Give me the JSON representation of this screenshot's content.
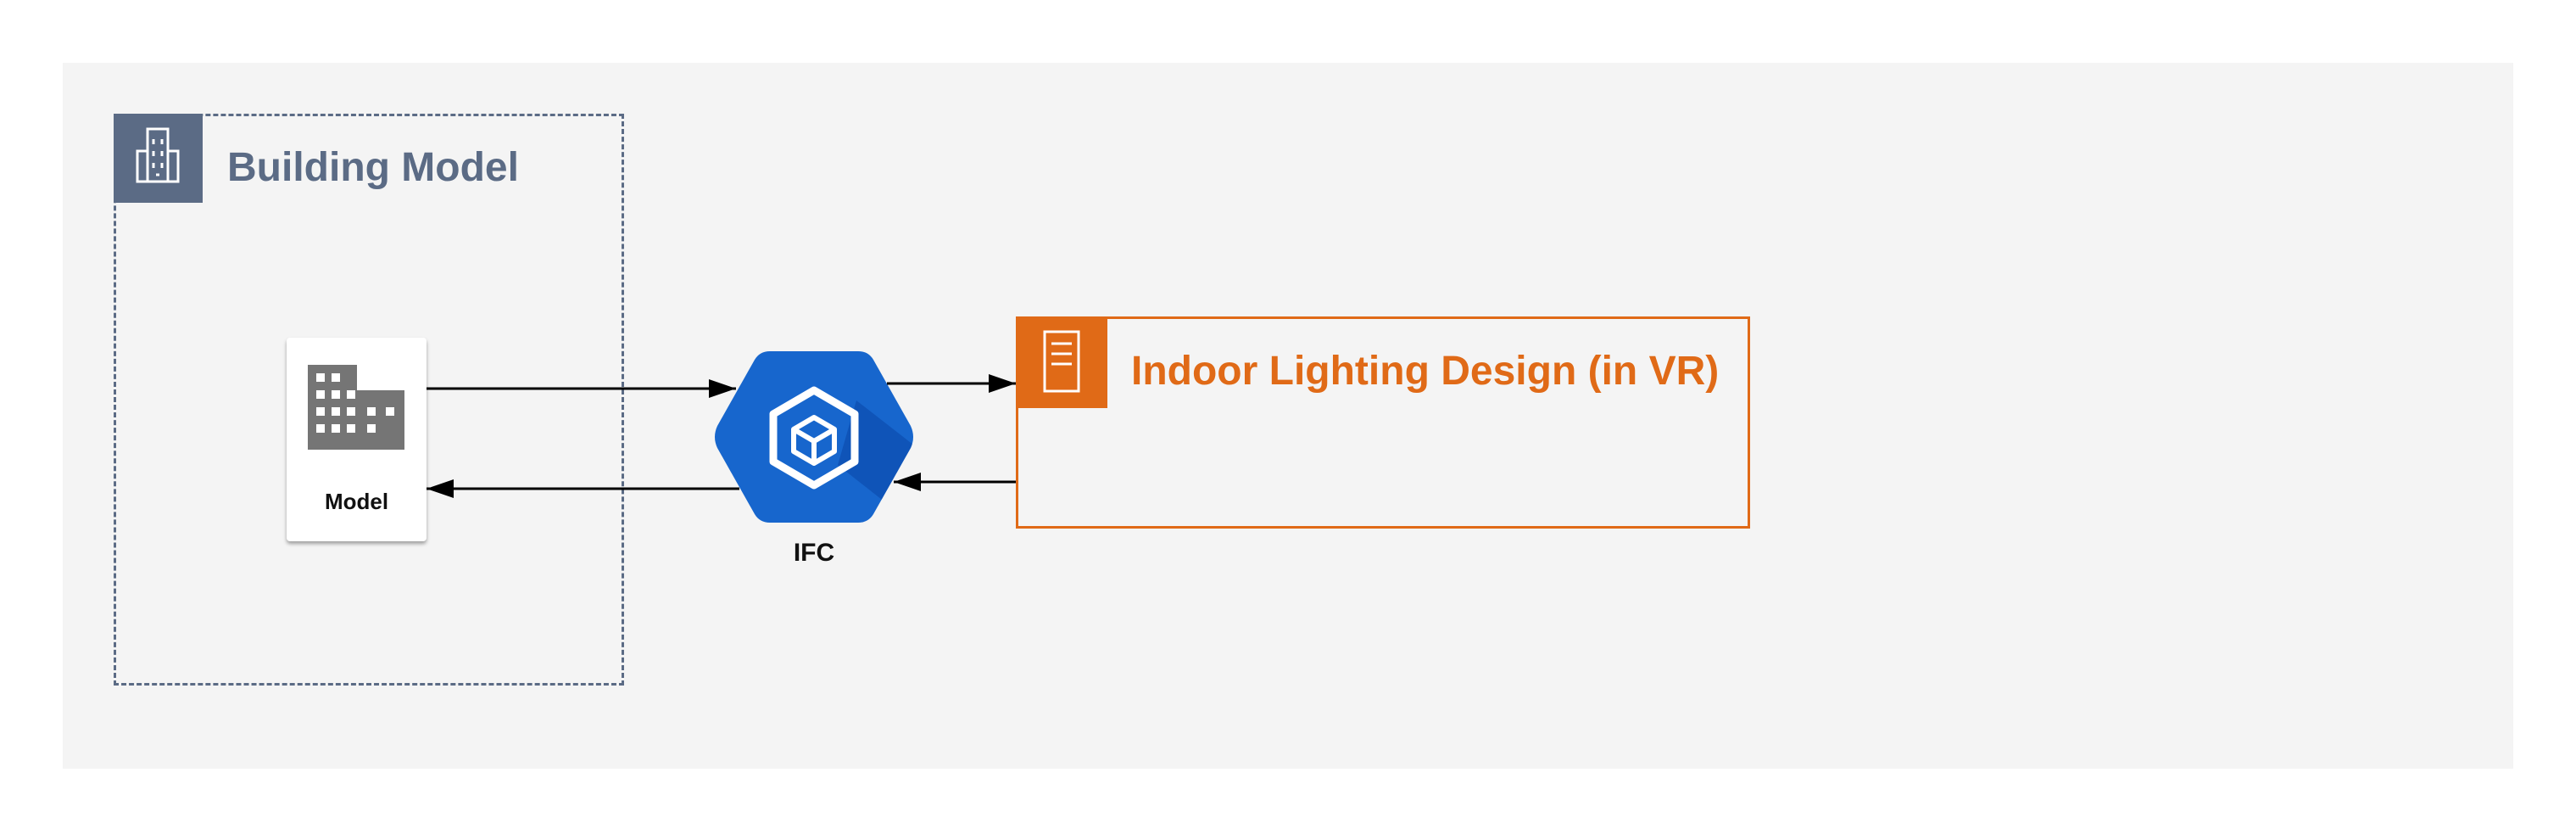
{
  "diagram": {
    "group": {
      "title": "Building Model",
      "icon": "building-icon",
      "border_color": "#5b6b85"
    },
    "model_node": {
      "label": "Model",
      "icon": "office-building-icon"
    },
    "ifc_node": {
      "label": "IFC",
      "icon": "hexagon-cube-icon",
      "color": "#1766cd"
    },
    "indoor_box": {
      "title": "Indoor Lighting Design (in VR)",
      "icon": "document-icon",
      "color": "#e06a17"
    },
    "edges": [
      {
        "from": "Model",
        "to": "IFC"
      },
      {
        "from": "IFC",
        "to": "Indoor Lighting Design (in VR)"
      },
      {
        "from": "Indoor Lighting Design (in VR)",
        "to": "IFC"
      },
      {
        "from": "IFC",
        "to": "Model"
      }
    ]
  }
}
